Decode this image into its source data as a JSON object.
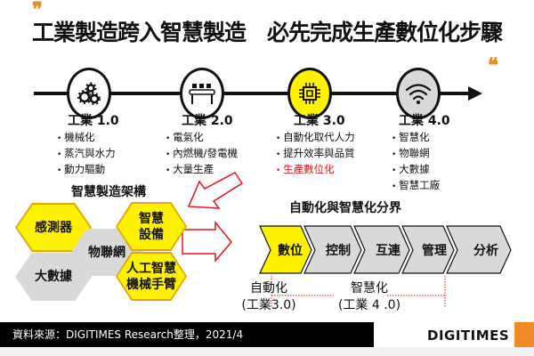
{
  "title": "工業製造跨入智慧製造　必先完成生產數位化步驟",
  "quote_open": "❞",
  "quote_close": "❞",
  "timeline": [
    {
      "label": "工業 1.0",
      "icon": "gears-icon",
      "bullets": [
        "機械化",
        "蒸汽與水力",
        "動力驅動"
      ]
    },
    {
      "label": "工業 2.0",
      "icon": "conveyor-icon",
      "bullets": [
        "電氣化",
        "內燃機/發電機",
        "大量生產"
      ]
    },
    {
      "label": "工業 3.0",
      "icon": "chip-icon",
      "bullets": [
        "自動化取代人力",
        "提升效率與品質",
        "生產數位化"
      ],
      "highlight_index": 2
    },
    {
      "label": "工業 4.0",
      "icon": "wifi-icon",
      "bullets": [
        "智慧化",
        "物聯網",
        "大數據",
        "智慧工廠"
      ]
    }
  ],
  "architecture": {
    "title": "智慧製造架構",
    "hexes": {
      "sensor": "感測器",
      "iot": "物聯網",
      "bigdata": "大數據",
      "smart_equipment": "智慧\n設備",
      "ai_arm": "人工智慧\n機械手臂"
    }
  },
  "boundary": {
    "title": "自動化與智慧化分界",
    "steps": [
      "數位",
      "控制",
      "互連",
      "管理",
      "分析"
    ],
    "automation_label": "自動化",
    "automation_sub": "(工業3.0)",
    "smart_label": "智慧化",
    "smart_sub": "(工業 4 .0)"
  },
  "footer": {
    "source": "資料來源：DIGITIMES Research整理，2021/4",
    "logo": "DIGITIMES"
  },
  "colors": {
    "yellow": "#fff200",
    "orange": "#f08a24",
    "red": "#e8141c",
    "gray": "#d9d9d9"
  }
}
